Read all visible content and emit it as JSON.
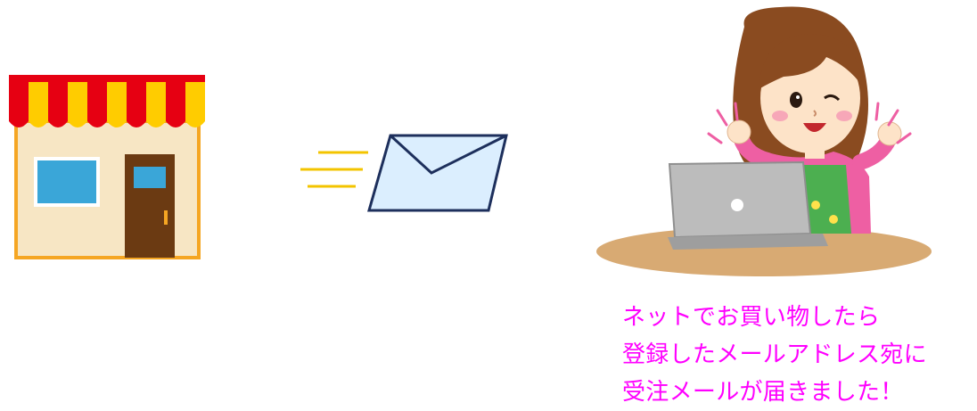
{
  "caption": {
    "line1": "ネットでお買い物したら",
    "line2": "登録したメールアドレス宛に",
    "line3": "受注メールが届きました！"
  },
  "colors": {
    "caption": "#ff00ff",
    "awning_red": "#e60012",
    "awning_yellow": "#ffcc00",
    "shop_wall": "#f7e6c4",
    "shop_trim": "#f5a623",
    "window_blue": "#3aa6d8",
    "door_brown": "#6b3a12",
    "envelope_fill": "#dbeefe",
    "envelope_stroke": "#1d2f5c",
    "motion_lines": "#f3c400",
    "table": "#d8aa73",
    "laptop": "#bcbcbc",
    "apron": "#4caf50",
    "shirt": "#ee5fa3",
    "hair": "#8a4b20",
    "skin": "#fde3c8"
  },
  "icons": {
    "shop": "shop-icon",
    "envelope": "mail-envelope-icon",
    "woman": "woman-laptop-illustration"
  }
}
